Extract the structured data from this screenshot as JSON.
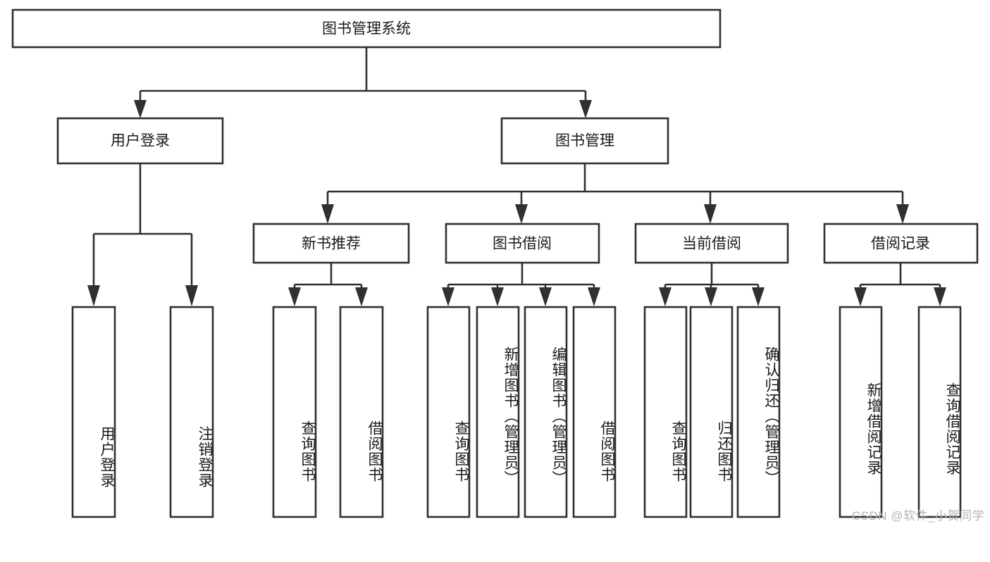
{
  "diagram": {
    "type": "tree",
    "title": "图书管理系统",
    "root": {
      "id": "root",
      "label": "图书管理系统"
    },
    "level2": [
      {
        "id": "user-login",
        "label": "用户登录"
      },
      {
        "id": "book-management",
        "label": "图书管理"
      }
    ],
    "level3": [
      {
        "id": "new-book-recommend",
        "label": "新书推荐",
        "parent": "book-management"
      },
      {
        "id": "book-borrow",
        "label": "图书借阅",
        "parent": "book-management"
      },
      {
        "id": "current-borrow",
        "label": "当前借阅",
        "parent": "book-management"
      },
      {
        "id": "borrow-record",
        "label": "借阅记录",
        "parent": "book-management"
      }
    ],
    "leaves": [
      {
        "id": "leaf-user-login",
        "label": "用户登录",
        "parent": "user-login"
      },
      {
        "id": "leaf-logout-login",
        "label": "注销登录",
        "parent": "user-login"
      },
      {
        "id": "leaf-query-book-1",
        "label": "查询图书",
        "parent": "new-book-recommend"
      },
      {
        "id": "leaf-borrow-book-1",
        "label": "借阅图书",
        "parent": "new-book-recommend"
      },
      {
        "id": "leaf-query-book-2",
        "label": "查询图书",
        "parent": "book-borrow"
      },
      {
        "id": "leaf-add-book",
        "label": "新增图书（管理员）",
        "parent": "book-borrow"
      },
      {
        "id": "leaf-edit-book",
        "label": "编辑图书（管理员）",
        "parent": "book-borrow"
      },
      {
        "id": "leaf-borrow-book-2",
        "label": "借阅图书",
        "parent": "book-borrow"
      },
      {
        "id": "leaf-query-book-3",
        "label": "查询图书",
        "parent": "current-borrow"
      },
      {
        "id": "leaf-return-book",
        "label": "归还图书",
        "parent": "current-borrow"
      },
      {
        "id": "leaf-confirm-return",
        "label": "确认归还（管理员）",
        "parent": "current-borrow"
      },
      {
        "id": "leaf-add-record",
        "label": "新增借阅记录",
        "parent": "borrow-record"
      },
      {
        "id": "leaf-query-record",
        "label": "查询借阅记录",
        "parent": "borrow-record"
      }
    ],
    "colors": {
      "stroke": "#303030",
      "fill": "#ffffff",
      "text": "#1a1a1a",
      "watermark": "#b4b4b4"
    }
  },
  "watermark": {
    "text": "CSDN @软件_小贺同学"
  }
}
